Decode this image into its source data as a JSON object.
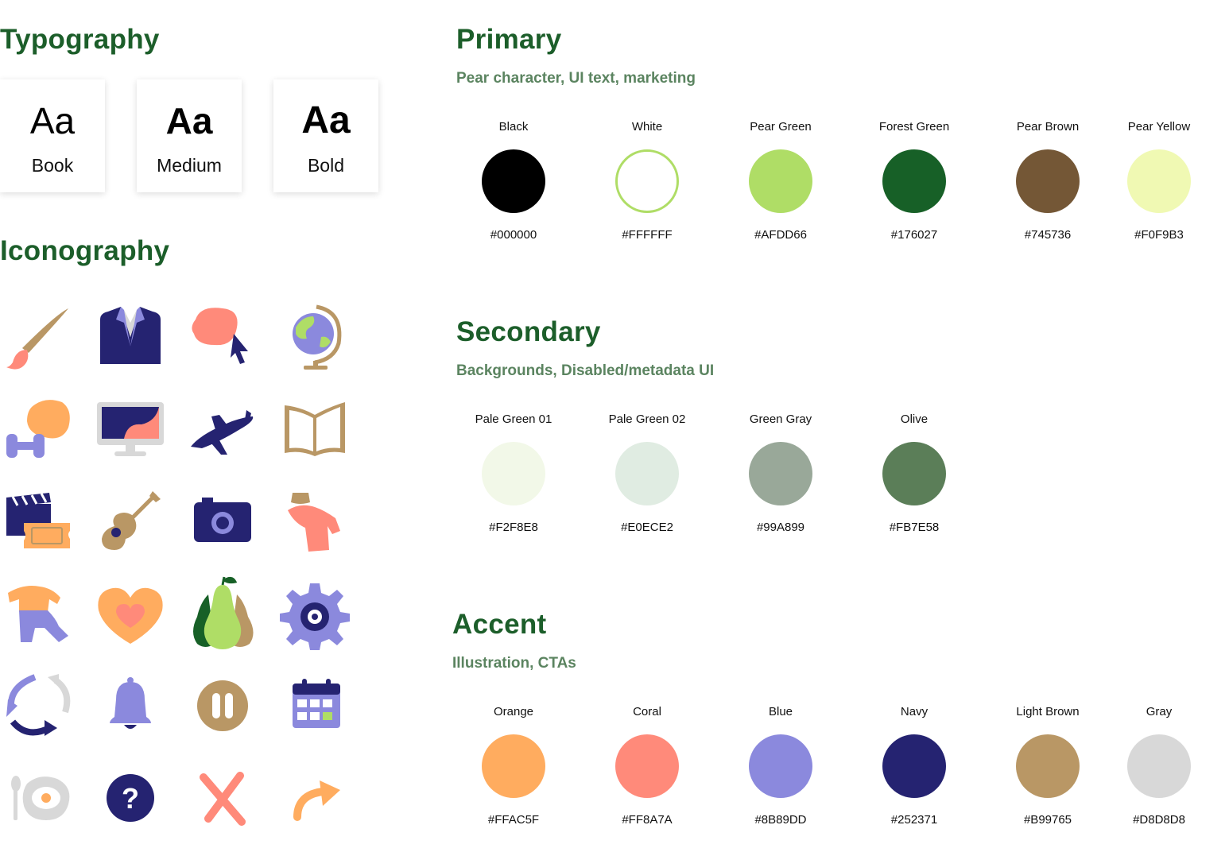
{
  "typography": {
    "title": "Typography",
    "cards": [
      {
        "sample": "Aa",
        "weight": "Book"
      },
      {
        "sample": "Aa",
        "weight": "Medium"
      },
      {
        "sample": "Aa",
        "weight": "Bold"
      }
    ]
  },
  "iconography": {
    "title": "Iconography",
    "icons": [
      "paintbrush-icon",
      "suit-icon",
      "blob-cursor-icon",
      "globe-icon",
      "fitness-icon",
      "monitor-icon",
      "airplane-icon",
      "book-icon",
      "movie-ticket-icon",
      "guitar-icon",
      "camera-icon",
      "clothing-icon",
      "outfit-icon",
      "heart-icon",
      "pears-icon",
      "gear-icon",
      "refresh-icon",
      "bell-icon",
      "pause-icon",
      "calendar-icon",
      "food-icon",
      "help-icon",
      "close-icon",
      "share-icon"
    ]
  },
  "primary": {
    "title": "Primary",
    "subtitle": "Pear character, UI text, marketing",
    "swatches": [
      {
        "name": "Black",
        "hex": "#000000",
        "color": "#000000"
      },
      {
        "name": "White",
        "hex": "#FFFFFF",
        "color": "#FFFFFF",
        "outline": "#AFDD66"
      },
      {
        "name": "Pear Green",
        "hex": "#AFDD66",
        "color": "#AFDD66"
      },
      {
        "name": "Forest Green",
        "hex": "#176027",
        "color": "#176027"
      },
      {
        "name": "Pear Brown",
        "hex": "#745736",
        "color": "#745736"
      },
      {
        "name": "Pear Yellow",
        "hex": "#F0F9B3",
        "color": "#F0F9B3"
      }
    ]
  },
  "secondary": {
    "title": "Secondary",
    "subtitle": "Backgrounds, Disabled/metadata UI",
    "swatches": [
      {
        "name": "Pale Green 01",
        "hex": "#F2F8E8",
        "color": "#F2F8E8"
      },
      {
        "name": "Pale Green 02",
        "hex": "#E0ECE2",
        "color": "#E0ECE2"
      },
      {
        "name": "Green Gray",
        "hex": "#99A899",
        "color": "#99A899"
      },
      {
        "name": "Olive",
        "hex": "#FB7E58",
        "color": "#5B7E58"
      }
    ]
  },
  "accent": {
    "title": "Accent",
    "subtitle": "Illustration, CTAs",
    "swatches": [
      {
        "name": "Orange",
        "hex": "#FFAC5F",
        "color": "#FFAC5F"
      },
      {
        "name": "Coral",
        "hex": "#FF8A7A",
        "color": "#FF8A7A"
      },
      {
        "name": "Blue",
        "hex": "#8B89DD",
        "color": "#8B89DD"
      },
      {
        "name": "Navy",
        "hex": "#252371",
        "color": "#252371"
      },
      {
        "name": "Light Brown",
        "hex": "#B99765",
        "color": "#B99765"
      },
      {
        "name": "Gray",
        "hex": "#D8D8D8",
        "color": "#D8D8D8"
      }
    ]
  },
  "colors": {
    "heading": "#1C5E2A",
    "subheading": "#5B8460"
  }
}
